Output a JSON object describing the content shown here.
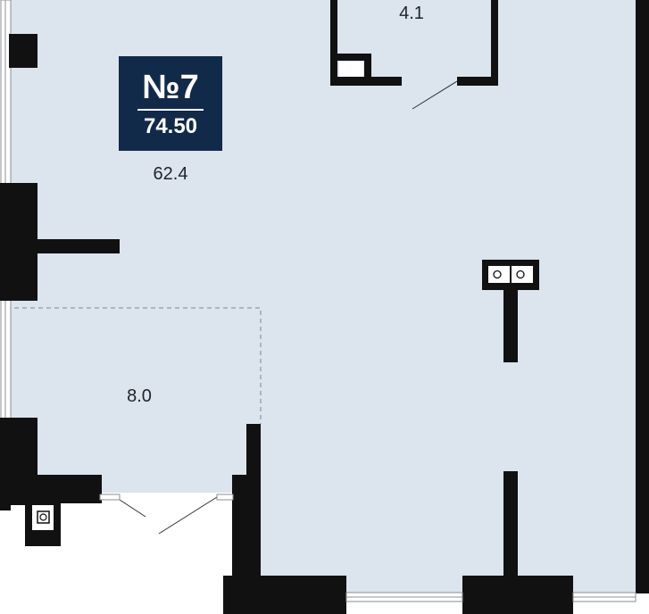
{
  "plan": {
    "apartment_number": "№7",
    "total_area": "74.50",
    "rooms": [
      {
        "id": "main",
        "area": "62.4"
      },
      {
        "id": "storage",
        "area": "4.1"
      },
      {
        "id": "entry",
        "area": "8.0"
      }
    ]
  },
  "colors": {
    "floor": "#dce4ee",
    "wall": "#111111",
    "badge": "#122a4a",
    "window_frame": "#8a8e94",
    "door_line": "#2b2f35"
  }
}
